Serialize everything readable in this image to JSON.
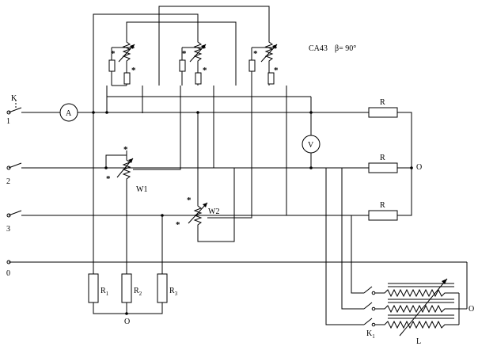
{
  "meter": {
    "label": "CA43",
    "beta": "β= 90°"
  },
  "switch_k": "K",
  "switch_k1": {
    "main": "K",
    "sub": "1"
  },
  "terminals": [
    "1",
    "2",
    "3",
    "0"
  ],
  "ammeter": "A",
  "voltmeter": "V",
  "wattmeter_1": "W1",
  "wattmeter_2": "W2",
  "resistors_r": [
    "R",
    "R",
    "R"
  ],
  "neutral_node": "O",
  "load_resistors": [
    {
      "main": "R",
      "sub": "1"
    },
    {
      "main": "R",
      "sub": "2"
    },
    {
      "main": "R",
      "sub": "3"
    }
  ],
  "load_node": "O",
  "inductor_node": "O",
  "inductor": "L",
  "polarity_mark": "*"
}
